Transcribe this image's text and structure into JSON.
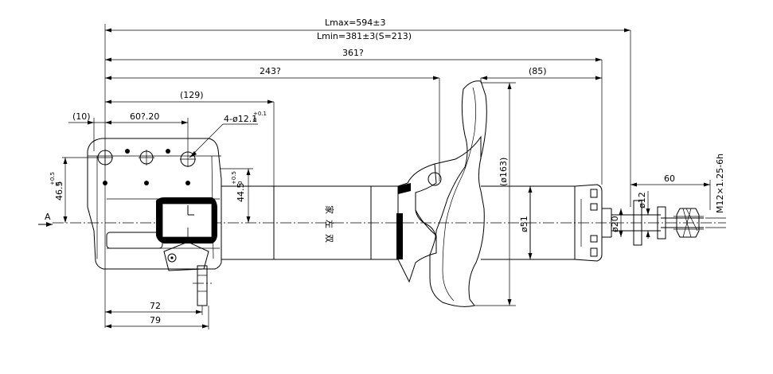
{
  "dimensions": {
    "lmax": "Lmax=594±3",
    "lmin": "Lmin=381±3(S=213)",
    "d361": "361?",
    "d243": "243?",
    "d85": "(85)",
    "d129": "(129)",
    "d10": "(10)",
    "d60_20": "60?.20",
    "holes_main": "4-ø12.1",
    "holes_tol_upper": "+0.1",
    "holes_tol_lower": "0",
    "d46_main": "46.5",
    "d46_tol_upper": "+0.5",
    "d46_tol_lower": "0",
    "d44_main": "44.5",
    "d44_tol_upper": "+0.5",
    "d44_tol_lower": "0",
    "d163": "(ø163)",
    "d51": "ø51",
    "d20": "ø20",
    "d12": "ø12",
    "d60": "60",
    "thread": "M12×1.25-6h",
    "d72": "72",
    "d79": "79",
    "view_a": "A"
  },
  "body_mark": {
    "line1": "家",
    "line2": "左",
    "line3": "双"
  }
}
